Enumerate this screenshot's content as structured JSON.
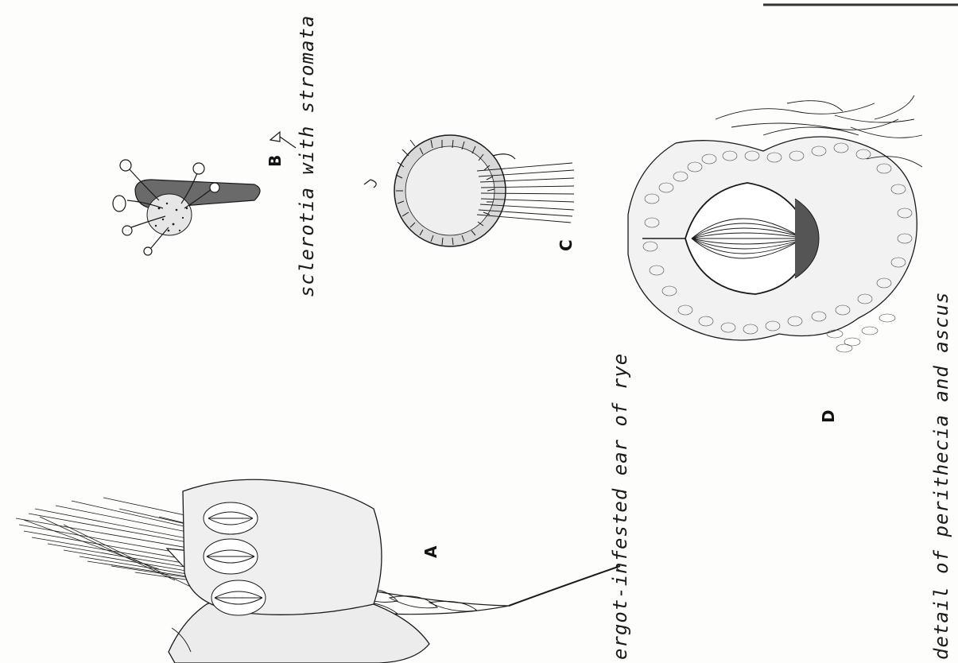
{
  "figure": {
    "panels": [
      {
        "id": "A",
        "letter": "A",
        "caption": "ergot-infested ear of rye"
      },
      {
        "id": "B",
        "letter": "B",
        "caption": "sclerotia with stromata"
      },
      {
        "id": "C",
        "letter": "C",
        "caption": ""
      },
      {
        "id": "D",
        "letter": "D",
        "caption": "detail of perithecia and ascus"
      }
    ],
    "ink_color": "#1a1a1a",
    "paper_color": "#fdfdfc",
    "fill_dark": "#3a3a3a",
    "fill_light": "#bdbdbd"
  }
}
